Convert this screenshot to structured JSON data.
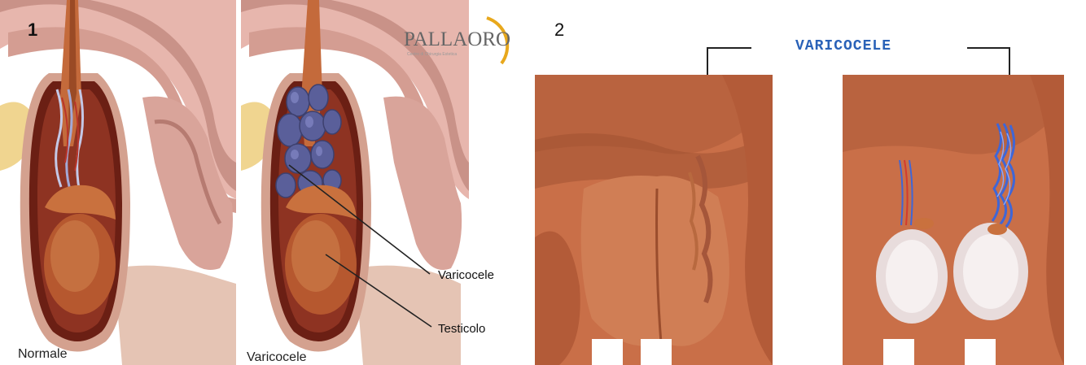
{
  "figure1": {
    "number": "1",
    "left_caption": "Normale",
    "right_caption": "Varicocele",
    "logo": "PALLAORO",
    "logo_subtitle": "Centro di Chirurgia Estetica",
    "labels": {
      "varicocele": "Varicocele",
      "testicolo": "Testicolo"
    }
  },
  "figure2": {
    "number": "2",
    "title": "VARICOCELE"
  },
  "colors": {
    "skin": "#c96f48",
    "skin_dark": "#8e4125",
    "tissue_pink": "#d8a9a0",
    "vein_blue": "#3f66d6",
    "vein_purple": "#5a5f9a",
    "fat_yellow": "#f0d590",
    "title_blue": "#2a62b8"
  }
}
